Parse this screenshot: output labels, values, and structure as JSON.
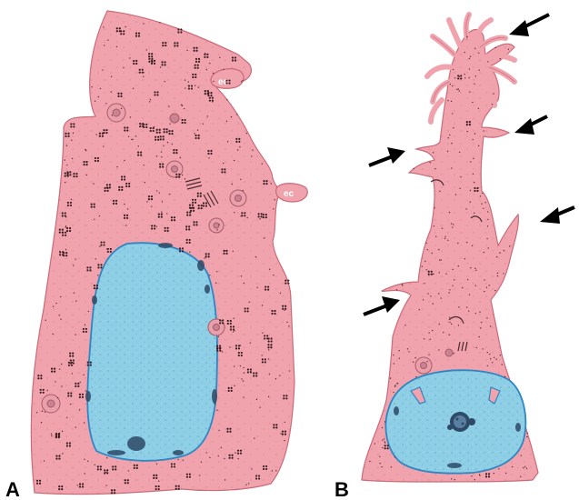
{
  "panels": [
    {
      "label": "A"
    },
    {
      "label": "B"
    }
  ],
  "annotations": {
    "ec_upper": "ec",
    "ec_lower": "ec"
  },
  "colors": {
    "cytoplasm": "#f0a3ad",
    "cytoplasm_outline": "#c96b7a",
    "nucleus": "#8ecfe6",
    "nucleus_outline": "#2f86c2",
    "chromatin": "#2d4a66",
    "granule": "#3a1d22",
    "arrow": "#000000"
  },
  "icons": {
    "arrow": "arrow-icon"
  }
}
